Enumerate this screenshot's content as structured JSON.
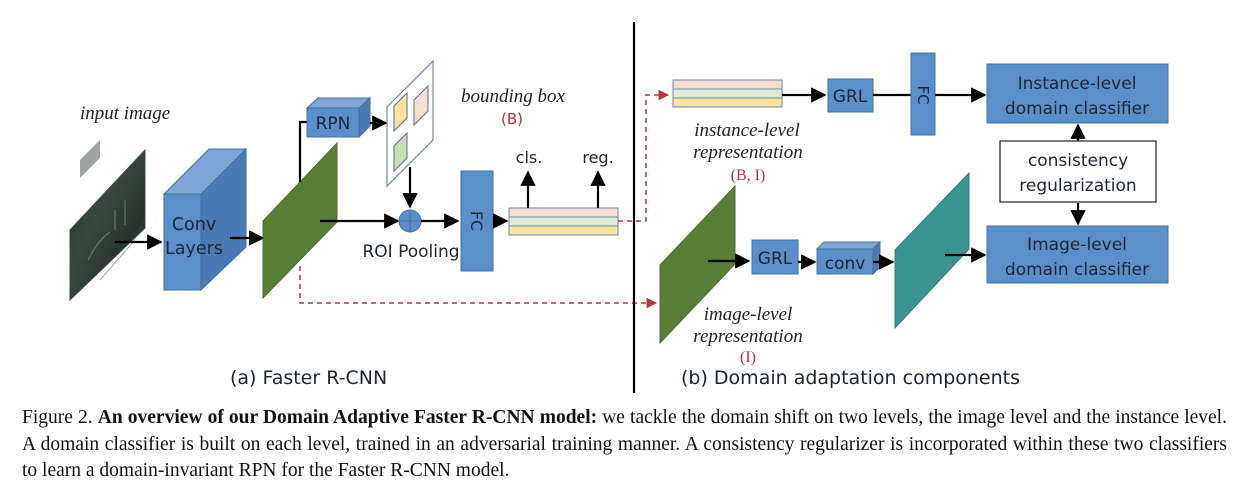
{
  "colors": {
    "blue_box": "#5b8fcc",
    "blue_box_stroke": "#41719c",
    "blue_top": "#7ea7d8",
    "blue_side": "#4a7ab5",
    "green_map": "#5a7e36",
    "teal_map": "#3a9490",
    "dashed_red": "#b5333b",
    "red_label": "#b5333b",
    "stripe_pink": "#f6ddd3",
    "stripe_green": "#ddecd6",
    "stripe_yellow": "#fbe39e"
  },
  "panel_a": {
    "input_image_label": "input image",
    "conv_layers_label": [
      "Conv",
      "Layers"
    ],
    "rpn_label": "RPN",
    "bounding_box_label": "bounding box",
    "bounding_box_tag": "(B)",
    "roi_pooling_label": "ROI Pooling",
    "fc_label": "FC",
    "cls_label": "cls.",
    "reg_label": "reg.",
    "caption": "(a) Faster R-CNN"
  },
  "panel_b": {
    "instance_rep_label": [
      "instance-level",
      "representation"
    ],
    "instance_rep_tag": "(B, I)",
    "grl_top_label": "GRL",
    "fc_label": "FC",
    "instance_classifier_label": [
      "Instance-level",
      "domain classifier"
    ],
    "consistency_label": [
      "consistency",
      "regularization"
    ],
    "image_classifier_label": [
      "Image-level",
      "domain classifier"
    ],
    "grl_bottom_label": "GRL",
    "conv_label": "conv",
    "image_rep_label": [
      "image-level",
      "representation"
    ],
    "image_rep_tag": "(I)",
    "caption": "(b) Domain adaptation components"
  },
  "figure_caption": {
    "prefix": "Figure 2. ",
    "bold": "An overview of our Domain Adaptive Faster R-CNN model:",
    "body": " we tackle the domain shift on two levels, the image level and the instance level. A domain classifier is built on each level, trained in an adversarial training manner. A consistency regularizer is incorporated within these two classifiers to learn a domain-invariant RPN for the Faster R-CNN model."
  }
}
